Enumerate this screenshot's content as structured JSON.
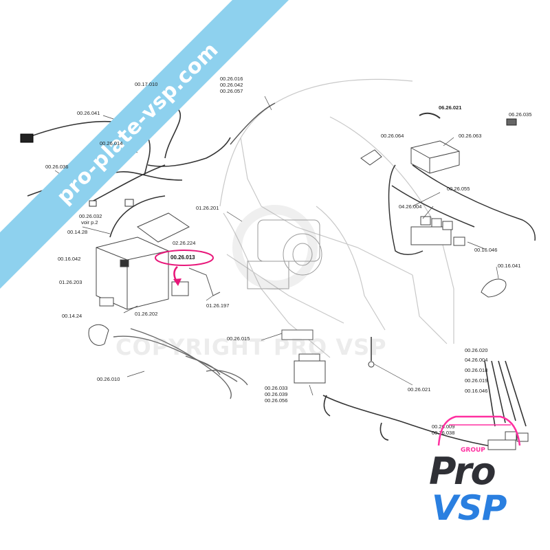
{
  "watermark": {
    "banner_text": "pro-plate-vsp.com",
    "copyright_text": "COPYRIGHT PRO VSP",
    "banner_color": "#8ed1ee"
  },
  "logo": {
    "word1": "Pro",
    "word2": "VSP",
    "group_text": "GROUP",
    "accent_color": "#ff2fa0",
    "blue_color": "#2a7fe0",
    "dark_color": "#2f3036"
  },
  "highlight": {
    "part_number": "00.26.013",
    "color": "#e8177a"
  },
  "labels": {
    "p_00_17_010": "00.17.010",
    "p_00_26_016": "00.26.016",
    "p_00_26_042": "00.26.042",
    "p_00_26_057": "00.26.057",
    "p_00_26_041": "00.26.041",
    "p_00_26_014": "00.26.014",
    "p_00_26_036": "00.26.036",
    "p_00_26_032": "00.26.032",
    "p_voir_p2": "voir p.2",
    "p_00_14_28": "00.14.28",
    "p_02_26_224": "02.26.224",
    "p_00_16_042": "00.16.042",
    "p_01_26_203": "01.26.203",
    "p_01_26_202": "01.26.202",
    "p_01_26_197": "01.26.197",
    "p_00_14_24": "00.14.24",
    "p_00_26_010": "00.26.010",
    "p_01_26_201": "01.26.201",
    "p_00_26_015": "00.26.015",
    "p_00_26_033": "00.26.033",
    "p_00_26_039": "00.26.039",
    "p_00_26_056": "00.26.056",
    "p_00_26_021b": "00.26.021",
    "p_06_26_021": "06.26.021",
    "p_06_26_035": "06.26.035",
    "p_00_26_064": "00.26.064",
    "p_00_26_063": "00.26.063",
    "p_00_26_055": "00.26.055",
    "p_04_26_004": "04.26.004",
    "p_00_16_046": "00.16.046",
    "p_00_16_041": "00.16.041",
    "p_00_26_020": "00.26.020",
    "p_04_26_004b": "04.26.004",
    "p_00_26_018": "00.26.018",
    "p_00_26_019": "00.26.019",
    "p_00_16_046b": "00.16.046",
    "p_00_26_009": "00.26.009",
    "p_00_26_038": "00.26.038"
  }
}
